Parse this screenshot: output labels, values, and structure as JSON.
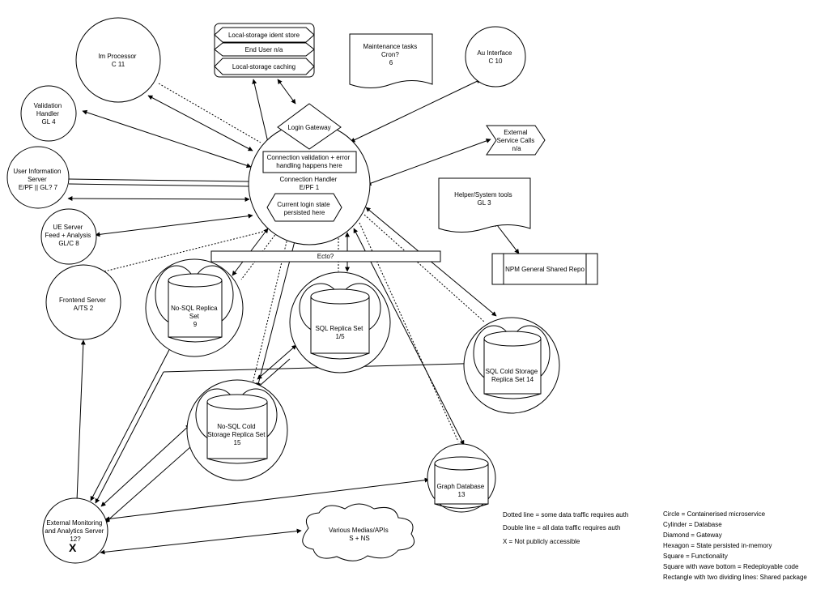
{
  "nodes": {
    "im_processor": [
      "Im Processor",
      "C 11"
    ],
    "validation_handler": [
      "Validation",
      "Handler",
      "GL 4"
    ],
    "user_info_server": [
      "User Information",
      "Server",
      "E/PF || GL? 7"
    ],
    "ue_server": [
      "UE Server",
      "Feed + Analysis",
      "GL/C 8"
    ],
    "frontend_server": [
      "Frontend Server",
      "A/TS 2"
    ],
    "local_storage_ident": [
      "Local-storage ident store"
    ],
    "end_user": [
      "End User n/a"
    ],
    "local_storage_caching": [
      "Local-storage caching"
    ],
    "maintenance_tasks": [
      "Maintenance tasks",
      "Cron?",
      "6"
    ],
    "au_interface": [
      "Au Interface",
      "C 10"
    ],
    "login_gateway": [
      "Login Gateway"
    ],
    "connection_validation": [
      "Connection validation + error",
      "handling happens here"
    ],
    "connection_handler": [
      "Connection Handler",
      "E/PF 1"
    ],
    "login_state": [
      "Current login state",
      "persisted here"
    ],
    "external_service_calls": [
      "External",
      "Service Calls",
      "n/a"
    ],
    "helper_tools": [
      "Helper/System tools",
      "GL 3"
    ],
    "npm_repo": [
      "NPM General Shared Repo"
    ],
    "ecto": [
      "Ecto?"
    ],
    "nosql_replica": [
      "No-SQL Replica",
      "Set",
      "9"
    ],
    "sql_replica": [
      "SQL Replica Set",
      "1/5"
    ],
    "sql_cold": [
      "SQL Cold Storage",
      "Replica Set 14"
    ],
    "nosql_cold": [
      "No-SQL Cold",
      "Storage Replica Set",
      "15"
    ],
    "graph_db": [
      "Graph Database",
      "13"
    ],
    "ext_monitoring": [
      "External Monitoring",
      "and Analytics Server",
      "12?"
    ],
    "media_apis": [
      "Various Medias/APIs",
      "S + NS"
    ]
  },
  "not_public_marker": "X",
  "notes": [
    "Dotted line = some data traffic requires auth",
    "Double line = all data traffic requires auth",
    "X = Not publicly accessible"
  ],
  "legend": [
    "Circle = Containerised microservice",
    "Cylinder = Database",
    "Diamond = Gateway",
    "Hexagon = State persisted in-memory",
    "Square = Functionality",
    "Square with wave bottom = Redeployable code",
    "Rectangle with two dividing lines: Shared package"
  ]
}
